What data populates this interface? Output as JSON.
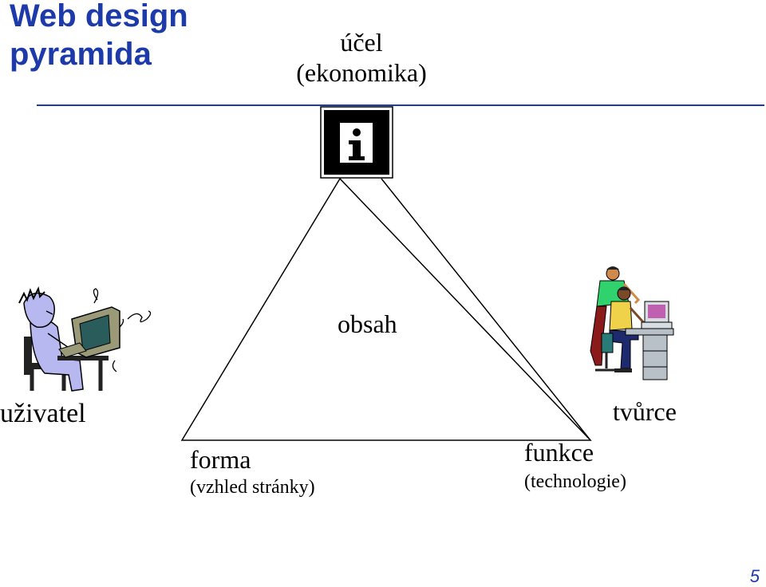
{
  "title": {
    "line1": "Web design",
    "line2": "pyramida"
  },
  "apex": {
    "label": "účel",
    "sublabel": "(ekonomika)",
    "icon": "info-icon"
  },
  "center_label": "obsah",
  "left_corner": {
    "label": "forma",
    "sublabel": "(vzhled stránky)"
  },
  "right_corner": {
    "label": "funkce",
    "sublabel": "(technologie)"
  },
  "actors": {
    "user": "uživatel",
    "creator": "tvůrce"
  },
  "page_number": "5",
  "colors": {
    "title": "#1c3aa9",
    "rule": "#1c3aa9",
    "text": "#000000"
  }
}
